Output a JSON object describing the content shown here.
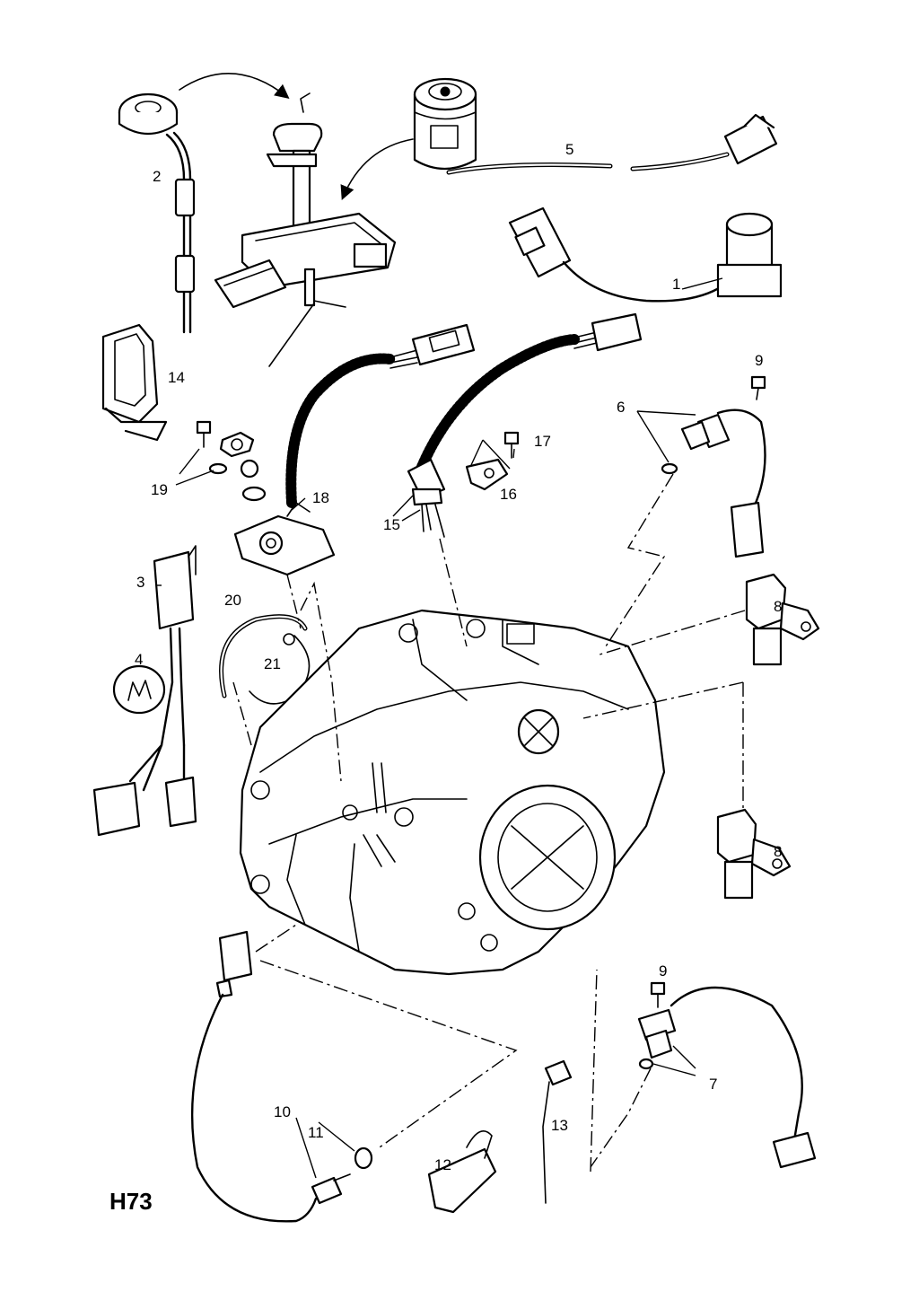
{
  "diagram": {
    "code": "H73",
    "callouts": [
      "1",
      "2",
      "3",
      "4",
      "5",
      "6",
      "7",
      "8",
      "8",
      "9",
      "9",
      "10",
      "11",
      "12",
      "13",
      "14",
      "15",
      "16",
      "17",
      "18",
      "19",
      "20",
      "21"
    ]
  }
}
